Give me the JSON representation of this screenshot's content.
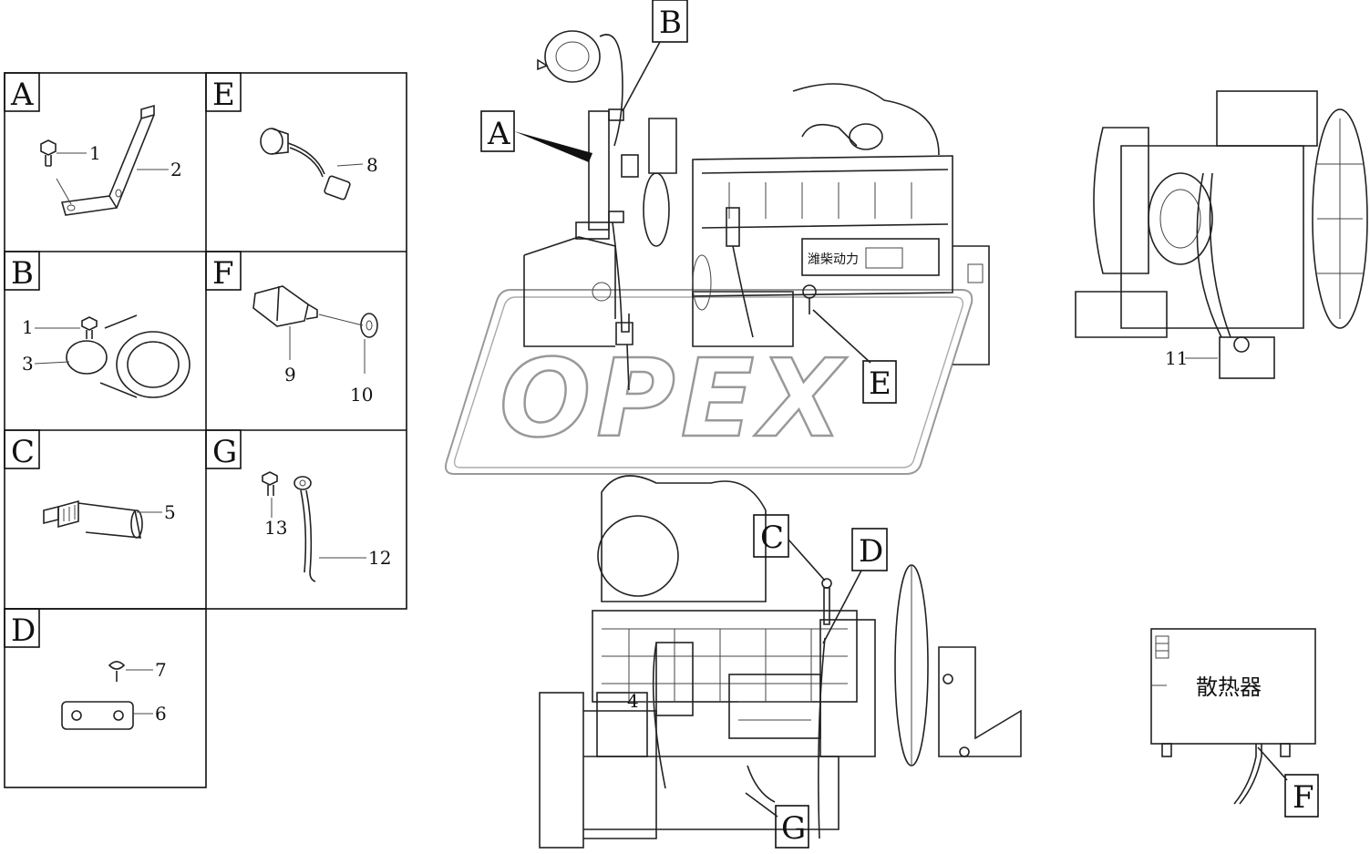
{
  "panels": [
    {
      "letter": "A",
      "parts": [
        "1",
        "2"
      ]
    },
    {
      "letter": "B",
      "parts": [
        "1",
        "3"
      ]
    },
    {
      "letter": "C",
      "parts": [
        "5"
      ]
    },
    {
      "letter": "D",
      "parts": [
        "7",
        "6"
      ]
    },
    {
      "letter": "E",
      "parts": [
        "8"
      ]
    },
    {
      "letter": "F",
      "parts": [
        "9",
        "10"
      ]
    },
    {
      "letter": "G",
      "parts": [
        "13",
        "12"
      ]
    }
  ],
  "callouts": {
    "A": "A",
    "B": "B",
    "C": "C",
    "D": "D",
    "E": "E",
    "F": "F",
    "G": "G"
  },
  "engine_numbers": {
    "n4": "4",
    "n11": "11"
  },
  "engine_side_text": "潍柴动力",
  "radiator_text": "散热器",
  "watermark": "OPEX"
}
